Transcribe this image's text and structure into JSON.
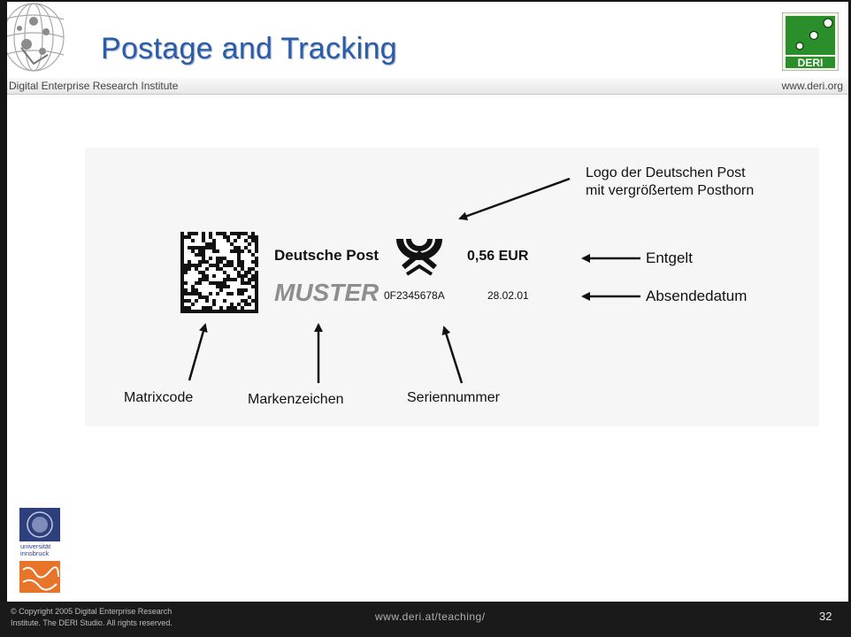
{
  "header": {
    "title": "Postage and Tracking",
    "institute": "Digital Enterprise Research Institute",
    "site": "www.deri.org",
    "logo_text": "DERI"
  },
  "figure": {
    "brand": "Deutsche Post",
    "stamp_word": "MUSTER",
    "price": "0,56 EUR",
    "serial": "0F2345678A",
    "date": "28.02.01",
    "callout_logo_line1": "Logo der Deutschen Post",
    "callout_logo_line2": "mit vergrößertem Posthorn",
    "callout_fee": "Entgelt",
    "callout_date": "Absendedatum",
    "label_matrix": "Matrixcode",
    "label_mark": "Markenzeichen",
    "label_serial": "Seriennummer"
  },
  "university": {
    "line1": "universität",
    "line2": "innsbruck"
  },
  "footer": {
    "copyright_line1": "© Copyright 2005 Digital Enterprise Research",
    "copyright_line2": "Institute. The DERI Studio. All rights reserved.",
    "url": "www.deri.at/teaching/",
    "page": "32"
  },
  "colors": {
    "title": "#2b5ca8",
    "deri_green": "#1f8a1f",
    "footer_bg": "#1a1a1a"
  }
}
